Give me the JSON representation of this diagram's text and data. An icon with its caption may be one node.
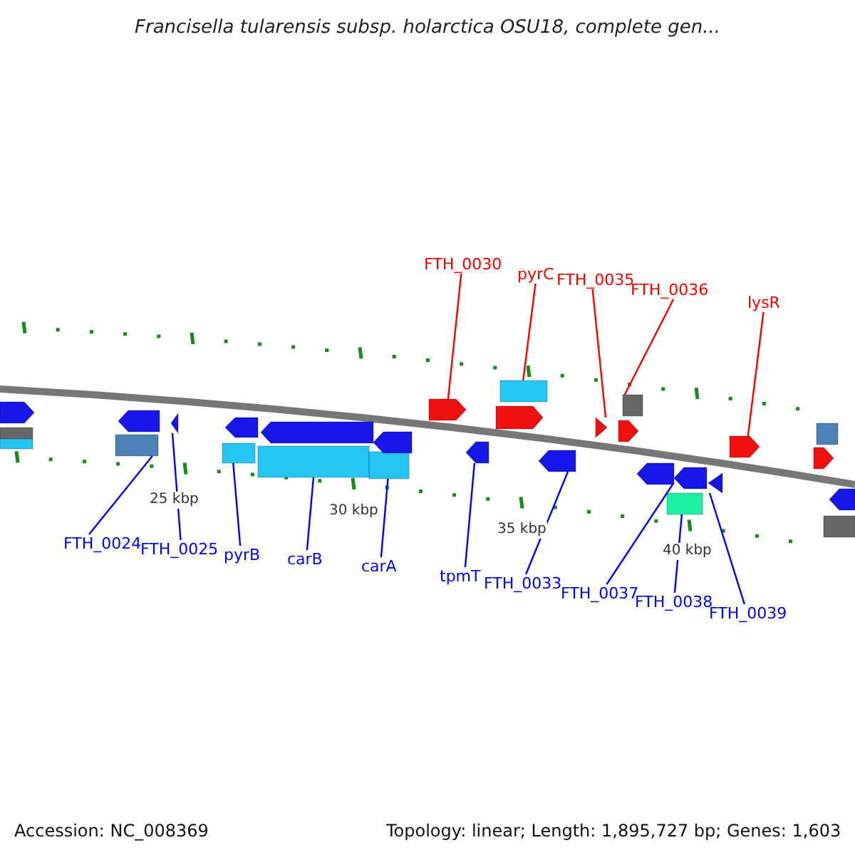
{
  "diagram": {
    "title": "Francisella tularensis subsp. holarctica OSU18, complete gen...",
    "nodes": [
      {
        "text": [
          "FTH_0030"
        ]
      },
      {
        "text": [],
        "shape": "arrow"
      },
      {
        "text": [
          "pyrC"
        ]
      },
      {
        "text": [],
        "shape": "box"
      },
      {
        "text": [
          "FTH_0035"
        ]
      },
      {
        "text": [],
        "shape": "triangle"
      },
      {
        "text": [
          "FTH_0036"
        ]
      },
      {
        "text": [],
        "shape": "box"
      },
      {
        "text": [
          "lysR"
        ]
      },
      {
        "text": [],
        "shape": "arrow"
      },
      {
        "text": [
          "FTH_0024"
        ]
      },
      {
        "text": [],
        "shape": "box"
      },
      {
        "text": [
          "FTH_0025"
        ]
      },
      {
        "text": [],
        "shape": "triangle"
      },
      {
        "text": [
          "pyrB"
        ]
      },
      {
        "text": [],
        "shape": "box"
      },
      {
        "text": [
          "carB"
        ]
      },
      {
        "text": [],
        "shape": "box"
      },
      {
        "text": [
          "carA"
        ]
      },
      {
        "text": [],
        "shape": "box"
      },
      {
        "text": [
          "tpmT"
        ]
      },
      {
        "text": [],
        "shape": "arrow"
      },
      {
        "text": [
          "FTH_0033"
        ]
      },
      {
        "text": [],
        "shape": "arrow"
      },
      {
        "text": [
          "FTH_0037"
        ]
      },
      {
        "text": [],
        "shape": "arrow"
      },
      {
        "text": [
          "FTH_0038"
        ]
      },
      {
        "text": [],
        "shape": "box"
      },
      {
        "text": [
          "FTH_0039"
        ]
      },
      {
        "text": [],
        "shape": "triangle"
      },
      {
        "text": [],
        "shape": "arrow"
      },
      {
        "text": [],
        "shape": "box"
      },
      {
        "text": [],
        "shape": "box"
      },
      {
        "text": [],
        "shape": "arrow"
      },
      {
        "text": [],
        "shape": "arrow"
      },
      {
        "text": [],
        "shape": "arrow"
      },
      {
        "text": [],
        "shape": "arrow"
      },
      {
        "text": [],
        "shape": "arrow"
      },
      {
        "text": [],
        "shape": "arrow"
      },
      {
        "text": [],
        "shape": "arrow"
      },
      {
        "text": [],
        "shape": "arrow"
      },
      {
        "text": [],
        "shape": "box"
      },
      {
        "text": [],
        "shape": "box"
      },
      {
        "text": [],
        "shape": "arrow"
      }
    ],
    "edges": [
      {
        "from": 0,
        "to": 1,
        "arrow": "none",
        "color": "#ff0000"
      },
      {
        "from": 2,
        "to": 3,
        "arrow": "none",
        "color": "#ff0000"
      },
      {
        "from": 4,
        "to": 5,
        "arrow": "none",
        "color": "#ff0000"
      },
      {
        "from": 6,
        "to": 7,
        "arrow": "none",
        "color": "#ff0000"
      },
      {
        "from": 8,
        "to": 9,
        "arrow": "none",
        "color": "#ff0000"
      },
      {
        "from": 10,
        "to": 11,
        "arrow": "none"
      },
      {
        "from": 12,
        "to": 13,
        "arrow": "none"
      },
      {
        "from": 14,
        "to": 15,
        "arrow": "none"
      },
      {
        "from": 16,
        "to": 17,
        "arrow": "none"
      },
      {
        "from": 18,
        "to": 19,
        "arrow": "none"
      },
      {
        "from": 20,
        "to": 21,
        "arrow": "none"
      },
      {
        "from": 22,
        "to": 23,
        "arrow": "none"
      },
      {
        "from": 24,
        "to": 25,
        "arrow": "none"
      },
      {
        "from": 26,
        "to": 27,
        "arrow": "none"
      },
      {
        "from": 28,
        "to": 29,
        "arrow": "none"
      }
    ],
    "labels": [
      "25 kbp",
      "30 kbp",
      "35 kbp",
      "40 kbp",
      "Accession: NC_008369",
      "Topology: linear; Length: 1,895,727 bp; Genes: 1,603"
    ]
  }
}
